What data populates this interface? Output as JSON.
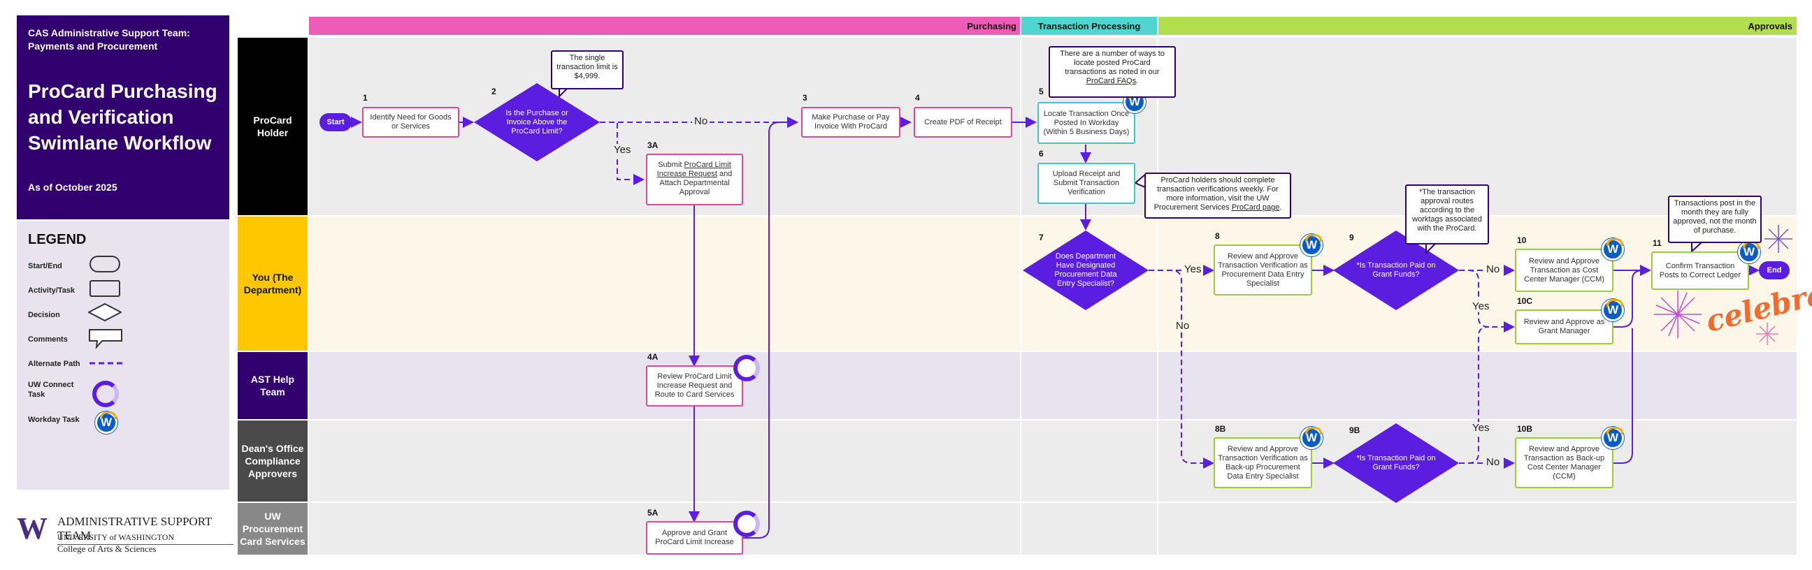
{
  "header": {
    "team": "CAS Administrative Support Team: Payments and Procurement",
    "title": "ProCard Purchasing and Verification Swimlane Workflow",
    "as_of": "As of October 2025"
  },
  "legend": {
    "title": "LEGEND",
    "items": [
      "Start/End",
      "Activity/Task",
      "Decision",
      "Comments",
      "Alternate Path",
      "UW Connect Task",
      "Workday Task"
    ]
  },
  "footer": {
    "logo_letter": "W",
    "org": "ADMINISTRATIVE SUPPORT TEAM",
    "university": "UNIVERSITY of WASHINGTON",
    "college": "College of Arts & Sciences"
  },
  "phases": [
    "Purchasing",
    "Transaction Processing",
    "Approvals"
  ],
  "lanes": [
    "ProCard Holder",
    "You (The Department)",
    "AST Help Team",
    "Dean's Office Compliance Approvers",
    "UW Procurement Card Services"
  ],
  "colors": {
    "purple": "#32006e",
    "accent": "#5b1ee0",
    "pink": "#e0479c",
    "teal": "#3fc7c7",
    "green": "#9ecb3a",
    "gold": "#ffc700"
  },
  "nodes": {
    "start": "Start",
    "end": "End",
    "s1": {
      "num": "1",
      "text": "Identify Need for Goods or Services"
    },
    "s2": {
      "num": "2",
      "text": "Is the Purchase or Invoice Above the ProCard Limit?"
    },
    "s3": {
      "num": "3",
      "text": "Make Purchase or Pay Invoice With ProCard"
    },
    "s3a": {
      "num": "3A",
      "pre": "Submit ",
      "link": "ProCard Limit Increase Request",
      "post": " and Attach Departmental Approval"
    },
    "s4": {
      "num": "4",
      "text": "Create PDF of Receipt"
    },
    "s4a": {
      "num": "4A",
      "text": "Review ProCard Limit Increase Request and Route to Card Services"
    },
    "s5": {
      "num": "5",
      "text": "Locate Transaction Once Posted In Workday (Within 5 Business Days)"
    },
    "s5a": {
      "num": "5A",
      "text": "Approve and Grant ProCard Limit Increase"
    },
    "s6": {
      "num": "6",
      "text": "Upload Receipt and Submit Transaction Verification"
    },
    "s7": {
      "num": "7",
      "text": "Does Department Have Designated Procurement Data Entry Specialist?"
    },
    "s8": {
      "num": "8",
      "text": "Review and Approve Transaction Verification as Procurement Data Entry Specialist"
    },
    "s8b": {
      "num": "8B",
      "text": "Review and Approve Transaction Verification as Back-up Procurement Data Entry Specialist"
    },
    "s9": {
      "num": "9",
      "text": "*Is Transaction Paid on Grant Funds?"
    },
    "s9b": {
      "num": "9B",
      "text": "*Is Transaction Paid on Grant Funds?"
    },
    "s10": {
      "num": "10",
      "text": "Review and Approve Transaction as Cost Center Manager (CCM)"
    },
    "s10b": {
      "num": "10B",
      "text": "Review and Approve Transaction as Back-up Cost Center Manager (CCM)"
    },
    "s10c": {
      "num": "10C",
      "text": "Review and Approve as Grant Manager"
    },
    "s11": {
      "num": "11",
      "text": "Confirm Transaction Posts to Correct Ledger"
    }
  },
  "labels": {
    "no": "No",
    "yes": "Yes"
  },
  "workday_letter": "W",
  "callouts": {
    "limit": "The single transaction limit is $4,999.",
    "faq_pre": "There are a number of ways to locate posted ProCard transactions as noted in our ",
    "faq_link": "ProCard FAQs",
    "faq_post": ".",
    "weekly_pre": "ProCard holders should complete transaction verifications weekly. For more information, visit the UW Procurement Services ",
    "weekly_link": "ProCard page",
    "weekly_post": ".",
    "routing": "*The transaction approval routes according to the worktags associated with the ProCard.",
    "posting": "Transactions post in the month they are fully approved, not the month of purchase."
  },
  "celebrate": "celebrate"
}
